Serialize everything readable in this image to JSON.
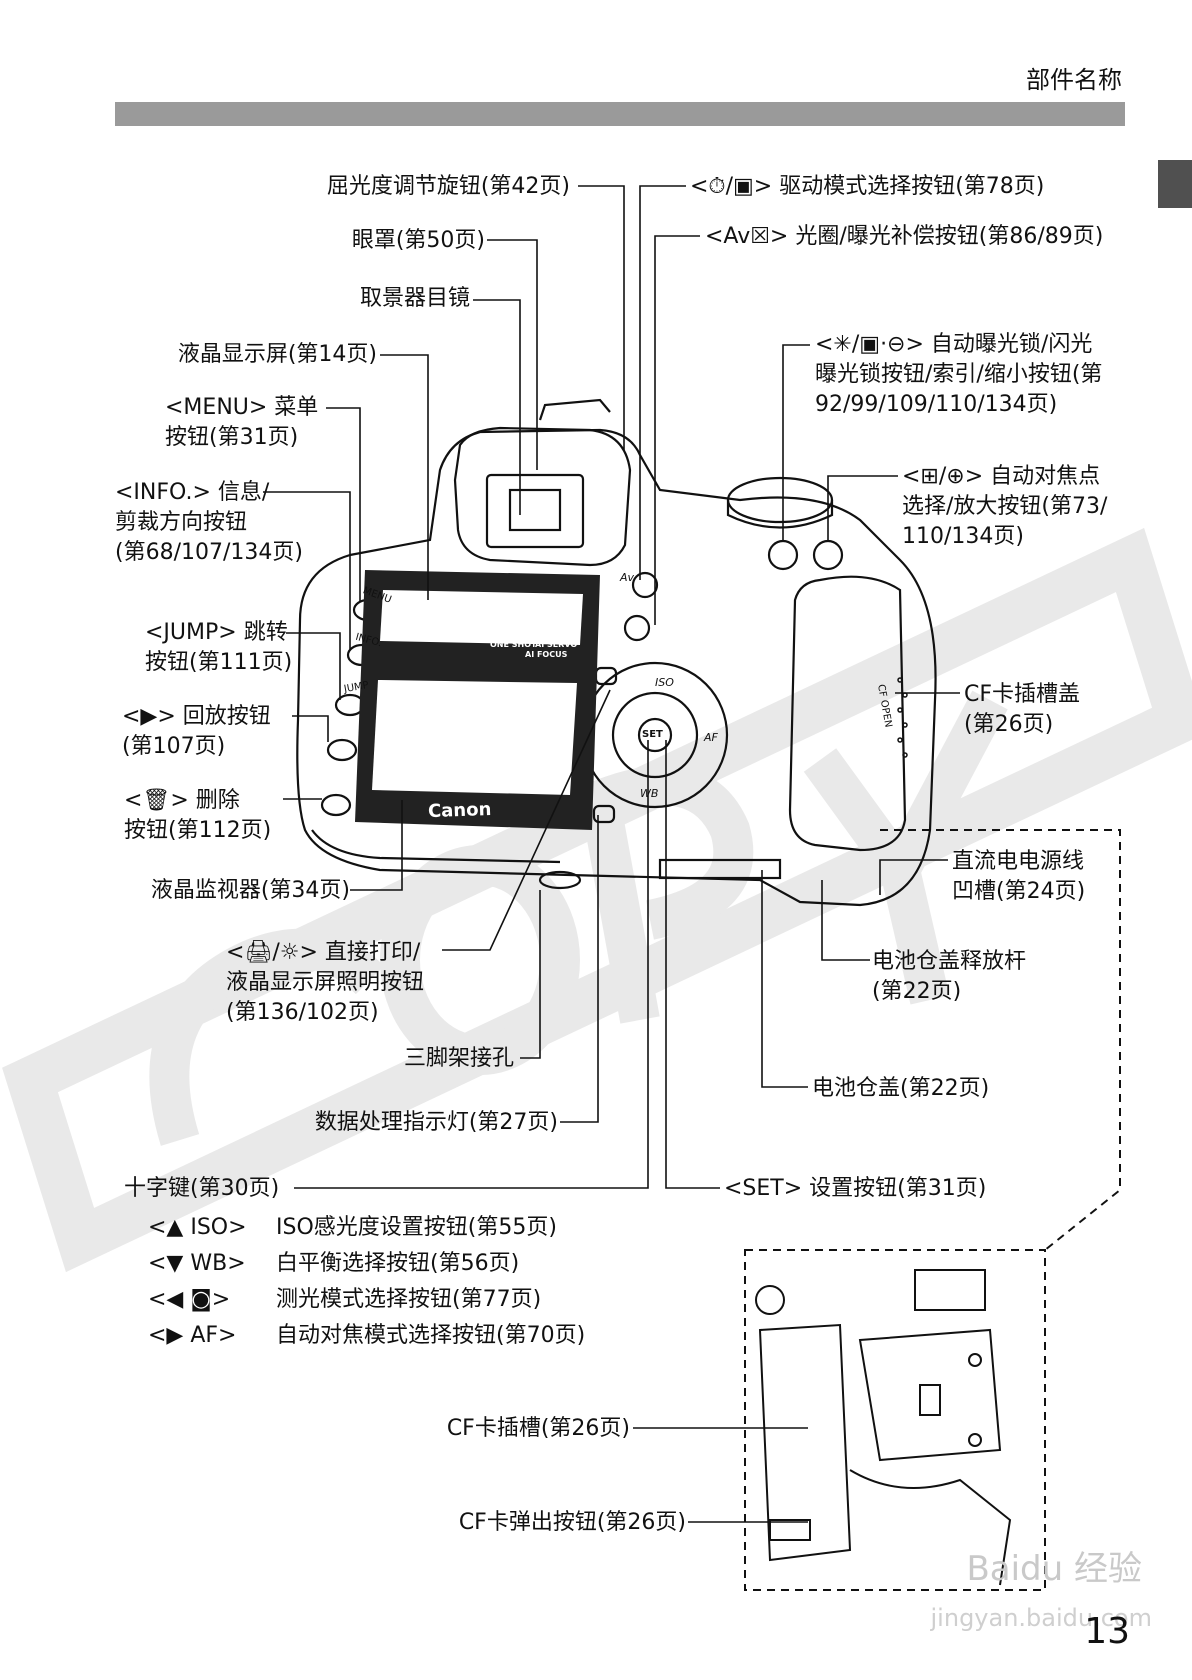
{
  "header": {
    "section_title": "部件名称",
    "page_number": "13"
  },
  "callouts_left": [
    "屈光度调节旋钮(第42页)",
    "眼罩(第50页)",
    "取景器目镜",
    "液晶显示屏(第14页)",
    "<MENU> 菜单\n按钮(第31页)",
    "<INFO.> 信息/\n剪裁方向按钮\n(第68/107/134页)",
    "<JUMP> 跳转\n按钮(第111页)",
    "<▶> 回放按钮\n(第107页)",
    "<🗑> 删除\n按钮(第112页)",
    "液晶监视器(第34页)",
    "<🖨/☼> 直接打印/\n液晶显示屏照明按钮\n(第136/102页)",
    "三脚架接孔",
    "数据处理指示灯(第27页)",
    "十字键(第30页)"
  ],
  "callouts_right": [
    "<⏱/▣> 驱动模式选择按钮(第78页)",
    "<Av☒> 光圈/曝光补偿按钮(第86/89页)",
    "<✳/▣·⊖> 自动曝光锁/闪光\n曝光锁按钮/索引/缩小按钮(第\n92/99/109/110/134页)",
    "<⊞/⊕> 自动对焦点\n选择/放大按钮(第73/\n110/134页)",
    "CF卡插槽盖\n(第26页)",
    "直流电电源线\n凹槽(第24页)",
    "电池仓盖释放杆\n(第22页)",
    "电池仓盖(第22页)",
    "<SET> 设置按钮(第31页)"
  ],
  "cross_keys": [
    {
      "key": "<▲ ISO>",
      "desc": "ISO感光度设置按钮(第55页)"
    },
    {
      "key": "<▼ WB>",
      "desc": "白平衡选择按钮(第56页)"
    },
    {
      "key": "<◀ ◙>",
      "desc": "测光模式选择按钮(第77页)"
    },
    {
      "key": "<▶ AF>",
      "desc": "自动对焦模式选择按钮(第70页)"
    }
  ],
  "inset_callouts": [
    "CF卡插槽(第26页)",
    "CF卡弹出按钮(第26页)"
  ],
  "camera_markings": {
    "brand": "Canon",
    "menu": "MENU",
    "info": "INFO.",
    "jump": "JUMP",
    "iso": "ISO",
    "wb": "WB",
    "af": "AF",
    "set": "SET",
    "av": "Av",
    "one_shot": "ONE SHOT",
    "ai_servo": "AI SERVO",
    "ai_focus": "AI FOCUS",
    "cf_open": "CF OPEN"
  },
  "watermark": {
    "logo_text": "Baidu 经验",
    "url": "jingyan.baidu.com",
    "stamp_text": "COPY"
  },
  "colors": {
    "header_bar": "#9a9a9a",
    "side_tab": "#505050",
    "screen": "#222222"
  }
}
